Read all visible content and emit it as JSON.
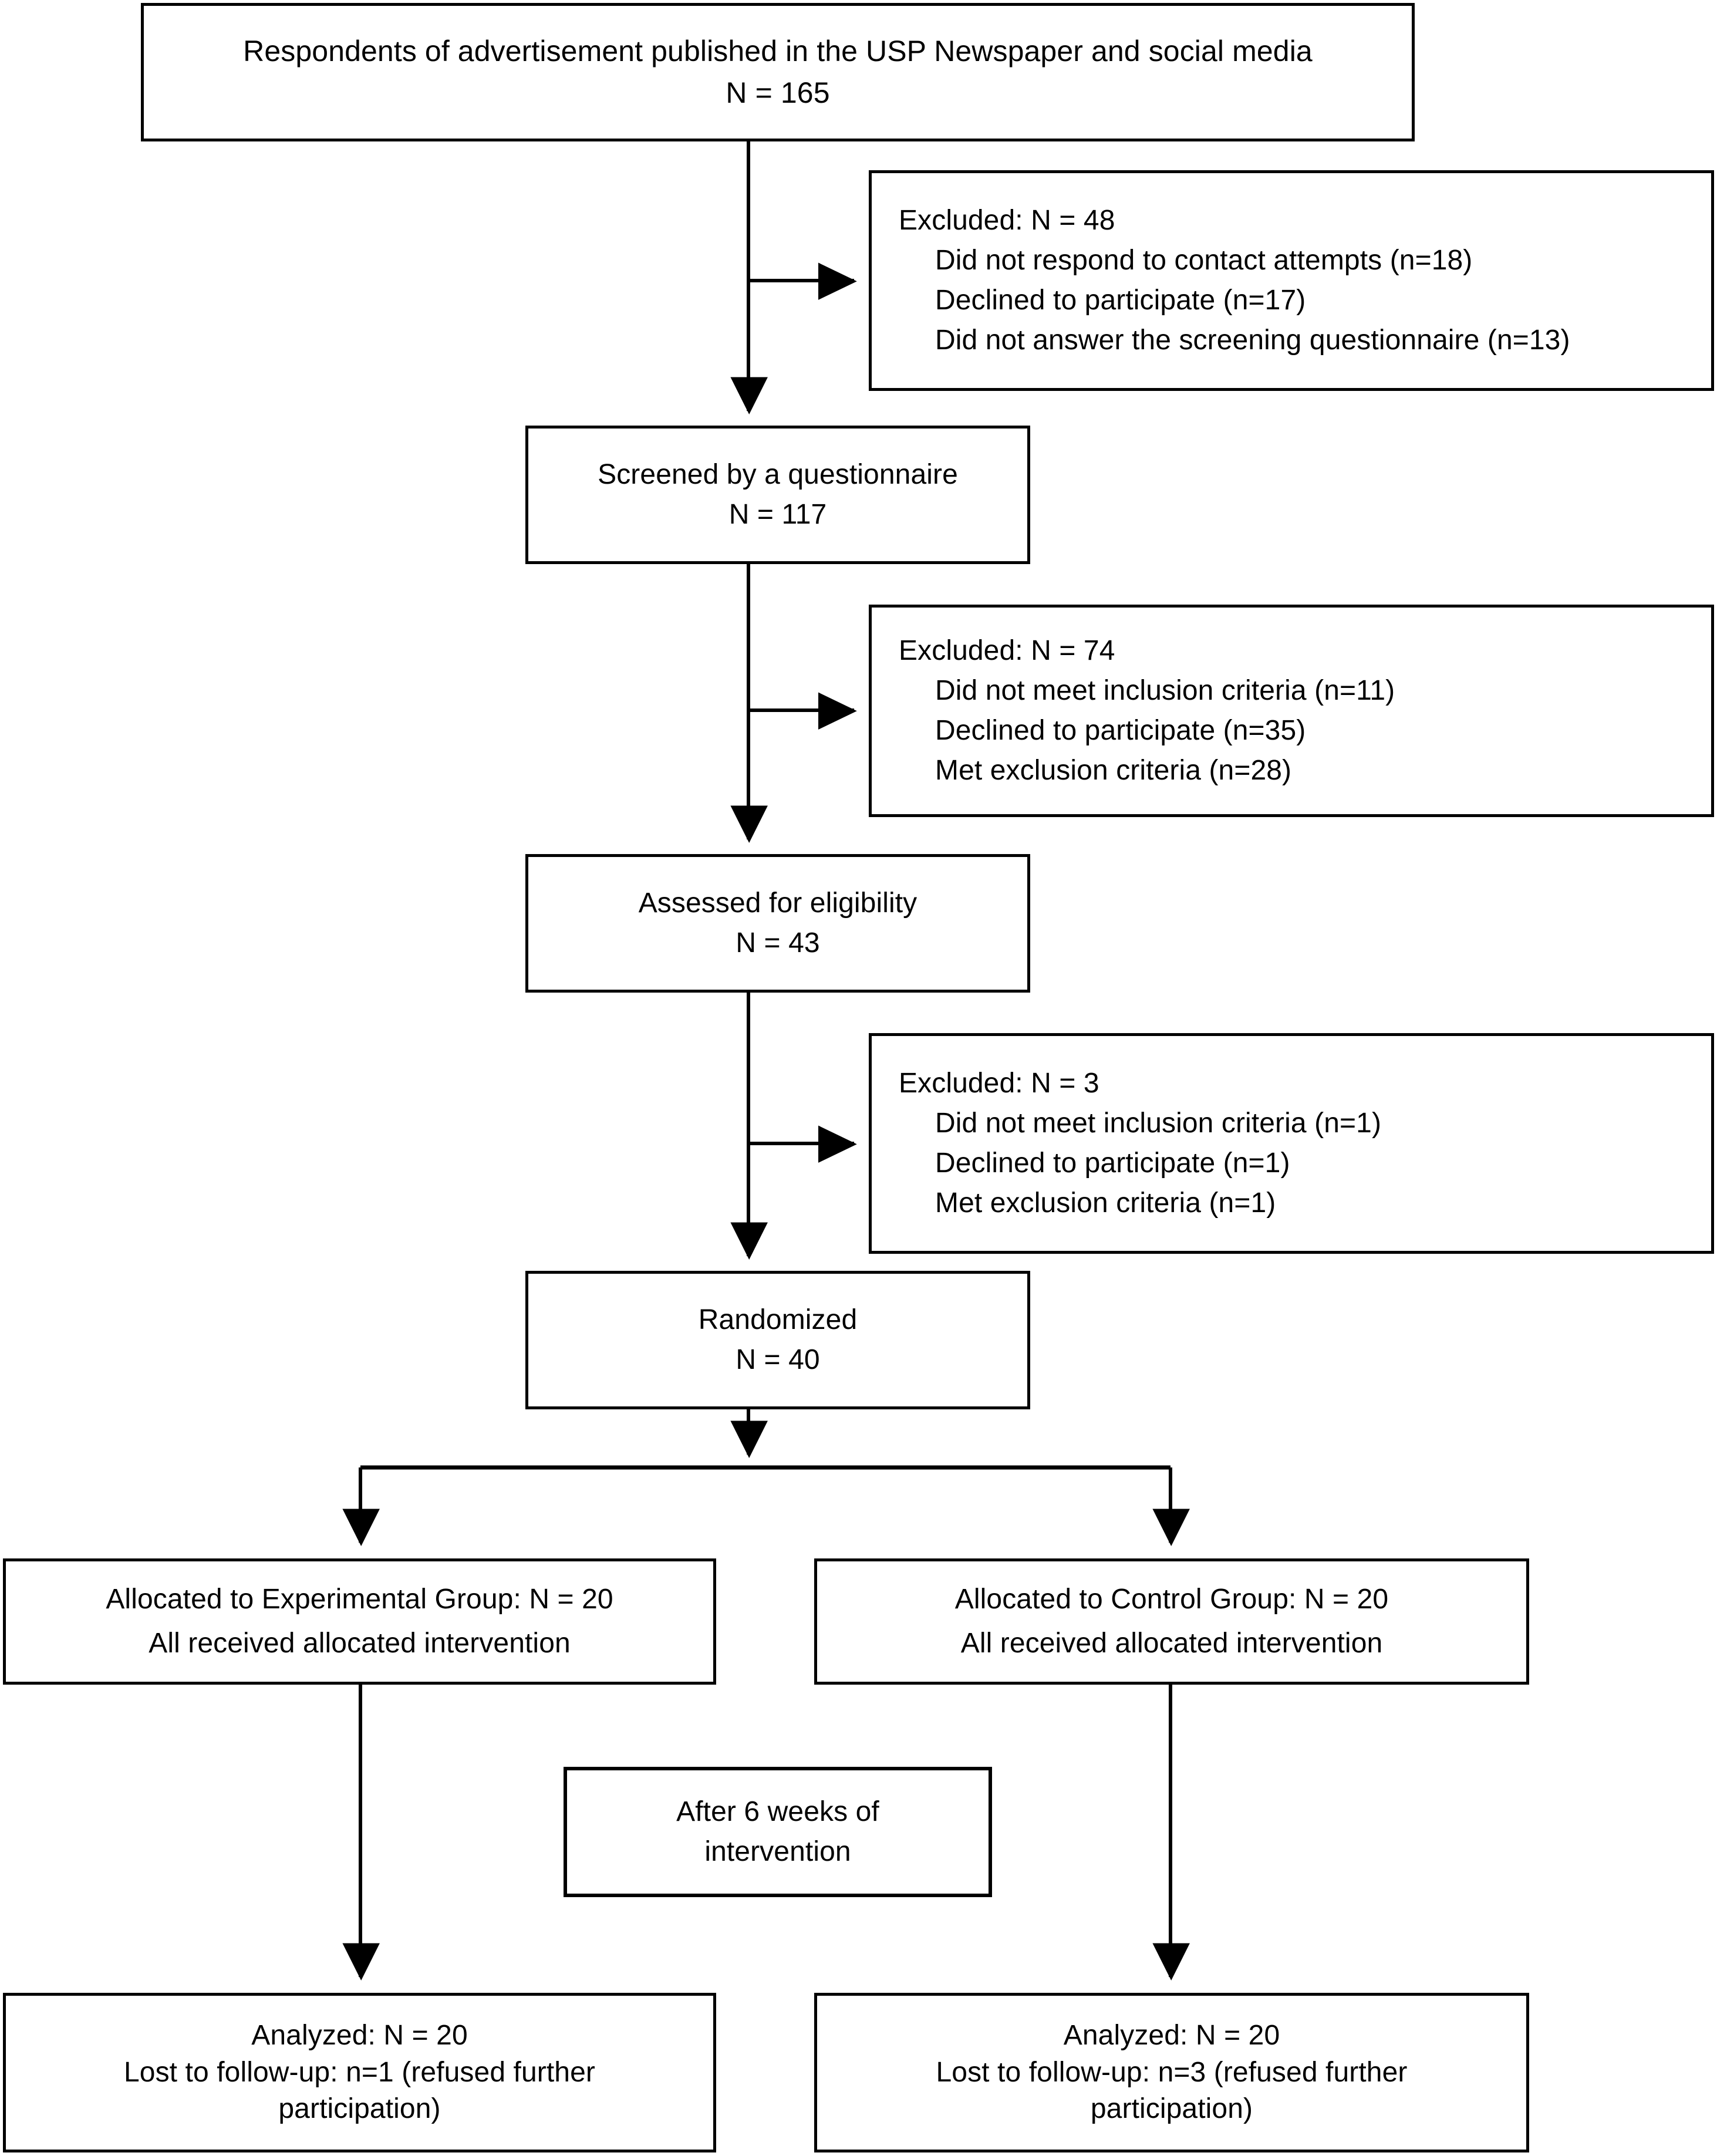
{
  "diagram": {
    "title": "CONSORT participant flow diagram",
    "type": "flowchart",
    "colors": {
      "border": "#000000",
      "background": "#ffffff",
      "text": "#000000"
    }
  },
  "nodes": {
    "respondents": {
      "line1": "Respondents of advertisement published in the USP Newspaper and social media",
      "line2": "N = 165"
    },
    "excluded_1": {
      "heading": "Excluded: N = 48",
      "reason1": "Did not respond to contact attempts (n=18)",
      "reason2": "Declined to participate (n=17)",
      "reason3": "Did not answer the screening questionnaire (n=13)"
    },
    "screened": {
      "line1": "Screened by a questionnaire",
      "line2": "N = 117"
    },
    "excluded_2": {
      "heading": "Excluded: N = 74",
      "reason1": "Did not meet inclusion criteria (n=11)",
      "reason2": "Declined to participate (n=35)",
      "reason3": "Met exclusion criteria (n=28)"
    },
    "assessed": {
      "line1": "Assessed for eligibility",
      "line2": "N = 43"
    },
    "excluded_3": {
      "heading": "Excluded: N = 3",
      "reason1": "Did not meet inclusion criteria (n=1)",
      "reason2": "Declined to participate (n=1)",
      "reason3": "Met exclusion criteria (n=1)"
    },
    "randomized": {
      "line1": "Randomized",
      "line2": "N = 40"
    },
    "allocated_experimental": {
      "line1": "Allocated to Experimental Group: N = 20",
      "line2": "All received allocated intervention"
    },
    "allocated_control": {
      "line1": "Allocated to Control Group: N = 20",
      "line2": "All received allocated intervention"
    },
    "after_weeks": {
      "line1": "After 6 weeks of",
      "line2": "intervention"
    },
    "analyzed_experimental": {
      "line1": "Analyzed: N = 20",
      "line2": "Lost to follow-up: n=1 (refused further",
      "line3": "participation)"
    },
    "analyzed_control": {
      "line1": "Analyzed: N = 20",
      "line2": "Lost to follow-up: n=3 (refused further",
      "line3": "participation)"
    }
  },
  "flow_data": {
    "stages": [
      {
        "label": "Respondents of advertisement",
        "n": 165
      },
      {
        "label": "Screened by a questionnaire",
        "n": 117
      },
      {
        "label": "Assessed for eligibility",
        "n": 43
      },
      {
        "label": "Randomized",
        "n": 40
      }
    ],
    "exclusions": [
      {
        "total": 48,
        "reasons": [
          {
            "text": "Did not respond to contact attempts",
            "n": 18
          },
          {
            "text": "Declined to participate",
            "n": 17
          },
          {
            "text": "Did not answer the screening questionnaire",
            "n": 13
          }
        ]
      },
      {
        "total": 74,
        "reasons": [
          {
            "text": "Did not meet inclusion criteria",
            "n": 11
          },
          {
            "text": "Declined to participate",
            "n": 35
          },
          {
            "text": "Met exclusion criteria",
            "n": 28
          }
        ]
      },
      {
        "total": 3,
        "reasons": [
          {
            "text": "Did not meet inclusion criteria",
            "n": 1
          },
          {
            "text": "Declined to participate",
            "n": 1
          },
          {
            "text": "Met exclusion criteria",
            "n": 1
          }
        ]
      }
    ],
    "arms": [
      {
        "name": "Experimental Group",
        "allocated": 20,
        "analyzed": 20,
        "lost_to_followup": 1
      },
      {
        "name": "Control Group",
        "allocated": 20,
        "analyzed": 20,
        "lost_to_followup": 3
      }
    ],
    "followup_period": "6 weeks"
  }
}
